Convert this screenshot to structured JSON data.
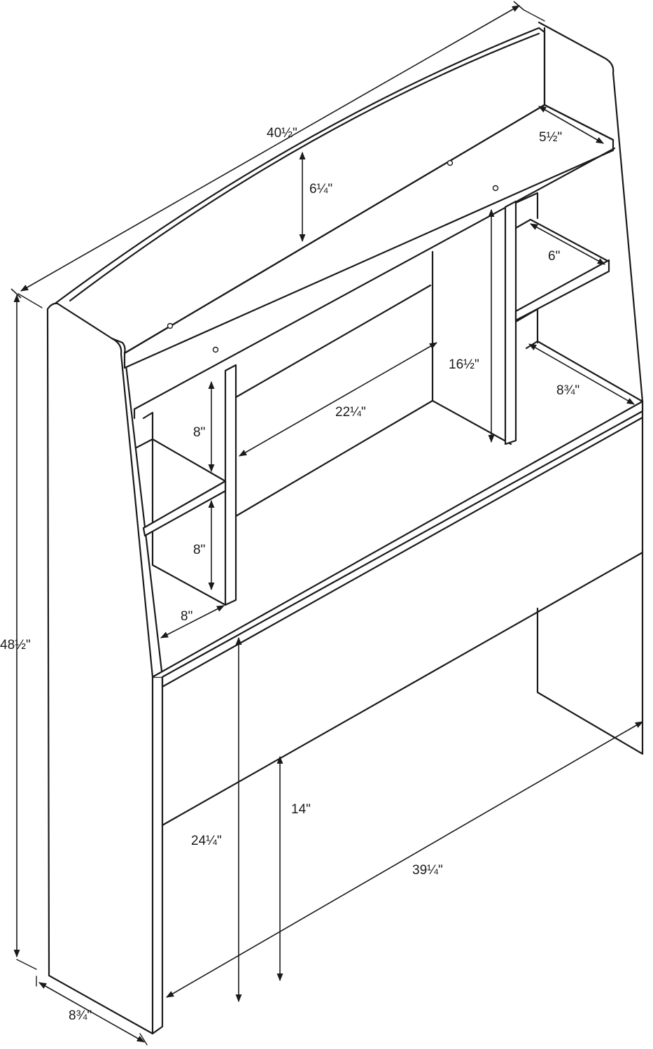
{
  "diagram": {
    "dimensions": {
      "overall_width": "40½\"",
      "overall_height": "48½\"",
      "overall_depth": "8¾\"",
      "top_clearance": "6¼\"",
      "top_shelf_depth": "5½\"",
      "right_shelf_depth": "6\"",
      "center_height": "16½\"",
      "right_bay_depth": "8¾\"",
      "center_width": "22¼\"",
      "left_upper_height": "8\"",
      "left_lower_height": "8\"",
      "left_shelf_depth": "8\"",
      "front_panel_height": "24¼\"",
      "leg_clearance": "14\"",
      "inner_width": "39¼\""
    }
  }
}
